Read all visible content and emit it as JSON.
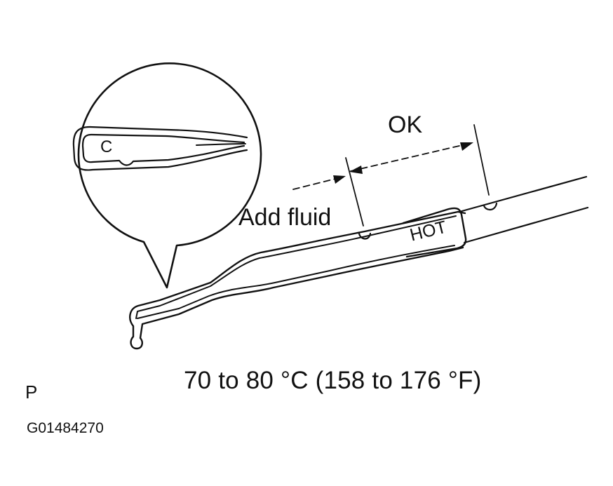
{
  "labels": {
    "ok": "OK",
    "add_fluid": "Add fluid",
    "hot_mark": "HOT",
    "tip_mark": "C",
    "temperature": "70 to 80 °C (158 to 176 °F)",
    "corner_letter": "P",
    "figure_id": "G01484270"
  },
  "colors": {
    "ink": "#111111",
    "background": "#ffffff"
  },
  "icons": {
    "dipstick": "dipstick-illustration",
    "magnifier": "zoom-callout-circle"
  }
}
